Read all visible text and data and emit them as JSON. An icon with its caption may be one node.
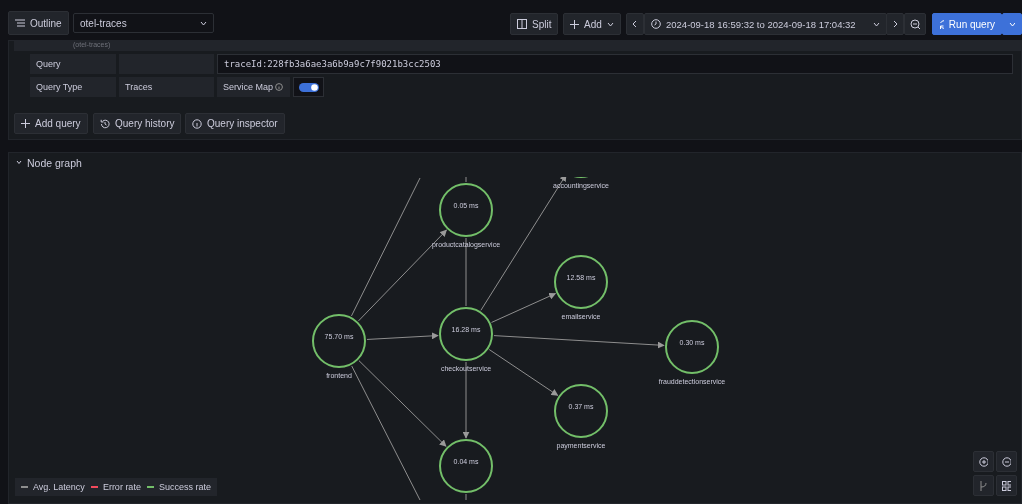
{
  "diagram": {
    "nodes": [
      {
        "text": [],
        "shape": "circle",
        "beside": [
          "accountingservice"
        ]
      },
      {
        "text": [
          "0.05 ms"
        ],
        "beside": [
          "productcatalogservice"
        ]
      },
      {
        "text": [
          "12.58 ms"
        ],
        "beside": [
          "emailservice"
        ]
      },
      {
        "text": [
          "75.70 ms"
        ],
        "beside": [
          "frontend"
        ]
      },
      {
        "text": [
          "16.28 ms"
        ],
        "beside": [
          "checkoutservice"
        ]
      },
      {
        "text": [
          "0.30 ms"
        ],
        "beside": [
          "frauddetectionservice"
        ]
      },
      {
        "text": [
          "0.37 ms"
        ],
        "beside": [
          "paymentservice"
        ]
      },
      {
        "text": [
          "0.04 ms"
        ]
      }
    ],
    "edges": [
      {
        "from": 3,
        "to": 1,
        "arrow": "to"
      },
      {
        "from": 3,
        "to": 4,
        "arrow": "to"
      },
      {
        "from": 3,
        "to": 7,
        "arrow": "to"
      },
      {
        "from": 4,
        "to": 0,
        "arrow": "to"
      },
      {
        "from": 4,
        "to": 2,
        "arrow": "to"
      },
      {
        "from": 4,
        "to": 5,
        "arrow": "to"
      },
      {
        "from": 4,
        "to": 6,
        "arrow": "to"
      },
      {
        "from": 4,
        "to": 7,
        "arrow": "to"
      },
      {
        "from": 4,
        "to": 1,
        "arrow": "none"
      },
      {
        "from": 3,
        "to": null,
        "arrow": "none"
      },
      {
        "from": 1,
        "to": null,
        "arrow": "none"
      },
      {
        "from": 3,
        "to": null,
        "arrow": "none"
      },
      {
        "from": 7,
        "to": null,
        "arrow": "none"
      }
    ],
    "labels": [
      "Outline",
      "otel-traces",
      "Split",
      "Add",
      "2024-09-18 16:59:32 to 2024-09-18 17:04:32",
      "Run query",
      "(otel-traces)",
      "Query",
      "traceId:228fb3a6ae3a6b9a9c7f9021b3cc2503",
      "Query Type",
      "Traces",
      "Service Map",
      "Add query",
      "Query history",
      "Query inspector",
      "Node graph"
    ],
    "legend": [
      {
        "text": "Avg. Latency",
        "color": "#8e8e8e"
      },
      {
        "text": "Error rate",
        "color": "#f2495c"
      },
      {
        "text": "Success rate",
        "color": "#73bf69"
      }
    ]
  }
}
